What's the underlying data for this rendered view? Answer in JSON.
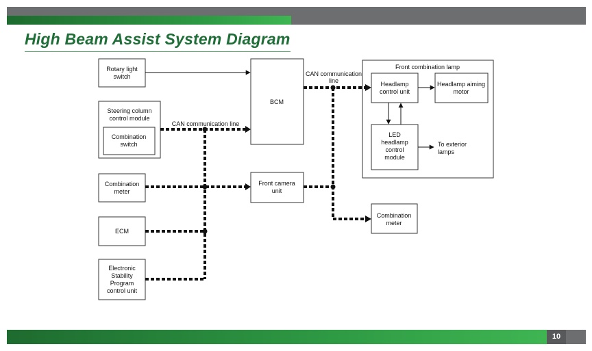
{
  "title": "High Beam Assist System Diagram",
  "page_number": "10",
  "blocks": {
    "rotary_light_switch": [
      "Rotary light",
      "switch"
    ],
    "steering_column_module": [
      "Steering column",
      "control module"
    ],
    "combination_switch": [
      "Combination",
      "switch"
    ],
    "combination_meter_left": [
      "Combination",
      "meter"
    ],
    "ecm": [
      "ECM"
    ],
    "esp_control_unit": [
      "Electronic",
      "Stability",
      "Program",
      "control unit"
    ],
    "bcm": [
      "BCM"
    ],
    "front_camera_unit": [
      "Front camera",
      "unit"
    ],
    "front_combination_lamp": [
      "Front combination lamp"
    ],
    "headlamp_control_unit": [
      "Headlamp",
      "control unit"
    ],
    "headlamp_aiming_motor": [
      "Headlamp aiming",
      "motor"
    ],
    "led_headlamp_control_module": [
      "LED",
      "headlamp",
      "control",
      "module"
    ],
    "combination_meter_right": [
      "Combination",
      "meter"
    ]
  },
  "labels": {
    "can_line_left": [
      "CAN communication line"
    ],
    "can_line_top": [
      "CAN communication",
      "line"
    ],
    "to_exterior_lamps": [
      "To exterior",
      "lamps"
    ]
  },
  "colors": {
    "accent_green": "#1f6e37",
    "band_gray": "#6d6e70",
    "line_black": "#111111"
  }
}
